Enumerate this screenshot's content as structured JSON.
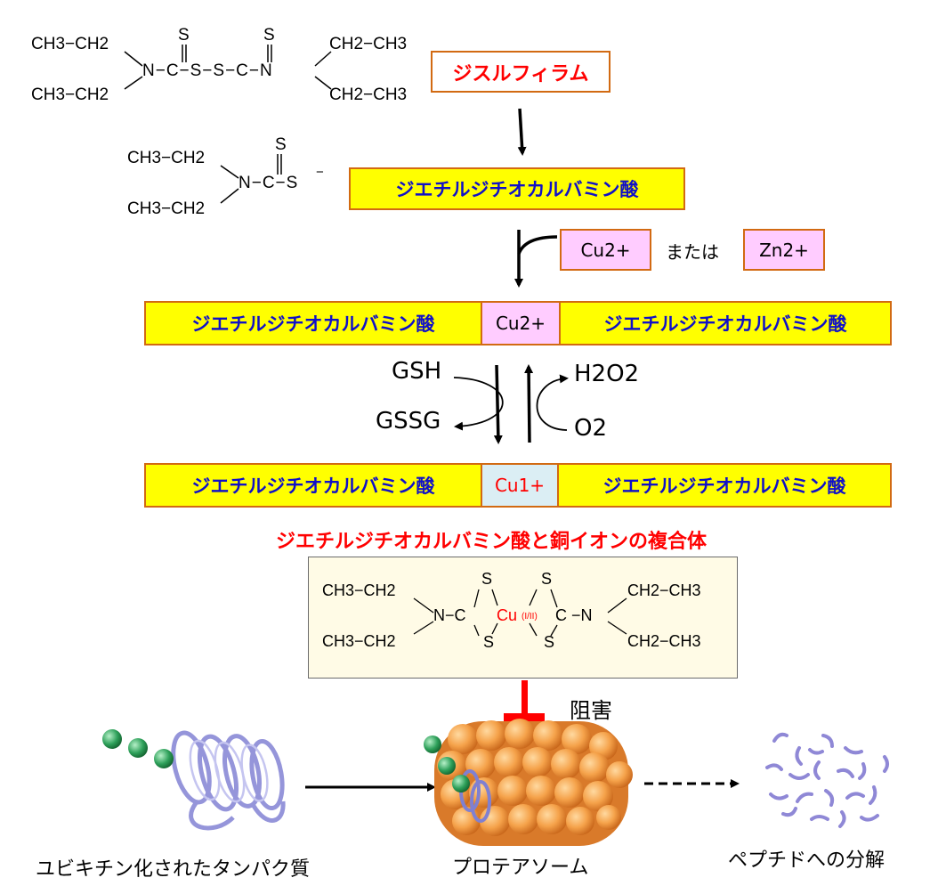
{
  "disulfiram": {
    "label": "ジスルフィラム",
    "formula": {
      "left_top": "CH3−CH2",
      "left_bottom": "CH3−CH2",
      "s1": "S",
      "s2": "S",
      "core": "N−C−S−S−C−N",
      "right_top": "CH2−CH3",
      "right_bottom": "CH2−CH3"
    }
  },
  "dtc": {
    "label": "ジエチルジチオカルバミン酸",
    "formula": {
      "top": "CH3−CH2",
      "bottom": "CH3−CH2",
      "s": "S",
      "core": "N−C−S",
      "charge": "−"
    }
  },
  "metals": {
    "cu": "Cu2+",
    "or": "または",
    "zn": "Zn2+"
  },
  "complex_cu2": {
    "left": "ジエチルジチオカルバミン酸",
    "center": "Cu2+",
    "right": "ジエチルジチオカルバミン酸"
  },
  "redox": {
    "gsh": "GSH",
    "gssg": "GSSG",
    "h2o2": "H2O2",
    "o2": "O2"
  },
  "complex_cu1": {
    "left": "ジエチルジチオカルバミン酸",
    "center": "Cu1+",
    "right": "ジエチルジチオカルバミン酸"
  },
  "complex_title": "ジエチルジチオカルバミン酸と銅イオンの複合体",
  "complex_formula": {
    "lt": "CH3−CH2",
    "lb": "CH3−CH2",
    "rt": "CH2−CH3",
    "rb": "CH2−CH3",
    "n_left": "N−C",
    "n_right": "C −N",
    "cu": "Cu",
    "cu_state": "(I/II)",
    "s_tl": "S",
    "s_bl": "S",
    "s_tr": "S",
    "s_br": "S"
  },
  "inhibition": "阻害",
  "bottom": {
    "ubiquitin_protein": "ユビキチン化されたタンパク質",
    "proteasome": "プロテアソーム",
    "peptides": "ペプチドへの分解"
  },
  "colors": {
    "box_border": "#d26a12",
    "yellow": "#ffff00",
    "pink": "#ffccff",
    "red": "#ff0000",
    "blue": "#1010c8"
  }
}
